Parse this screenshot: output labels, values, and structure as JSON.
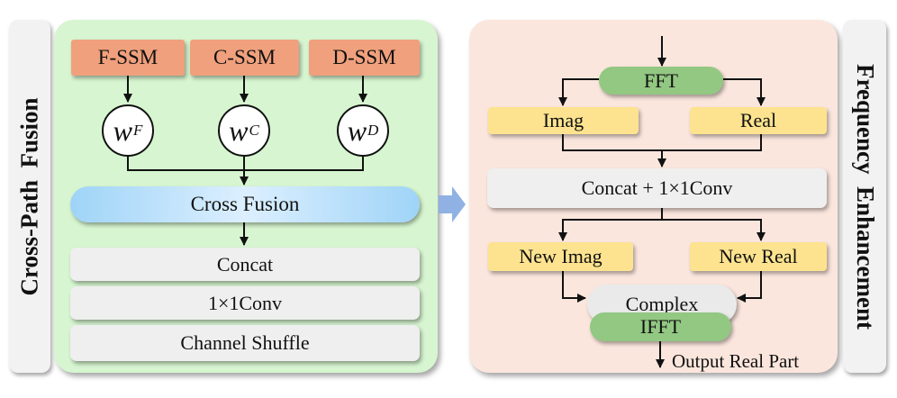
{
  "left": {
    "label": "Cross-Path  Fusion",
    "ssm": [
      "F-SSM",
      "C-SSM",
      "D-SSM"
    ],
    "weights": [
      {
        "sym": "w",
        "sub": "F"
      },
      {
        "sym": "w",
        "sub": "C"
      },
      {
        "sym": "w",
        "sub": "D"
      }
    ],
    "cross_fusion": "Cross Fusion",
    "stack": [
      "Concat",
      "1×1Conv",
      "Channel Shuffle"
    ]
  },
  "right": {
    "label": "Frequency  Enhancement",
    "fft": "FFT",
    "imag": "Imag",
    "real": "Real",
    "concat_conv": "Concat + 1×1Conv",
    "new_imag": "New Imag",
    "new_real": "New Real",
    "complex": "Complex",
    "ifft": "IFFT",
    "output": "Output Real Part"
  },
  "colors": {
    "left_panel": "#d6f5d0",
    "right_panel": "#fbe6dd",
    "ssm": "#f0a07c",
    "yellow": "#fde38f",
    "green": "#92c882",
    "arrow": "#8fb1e3"
  }
}
